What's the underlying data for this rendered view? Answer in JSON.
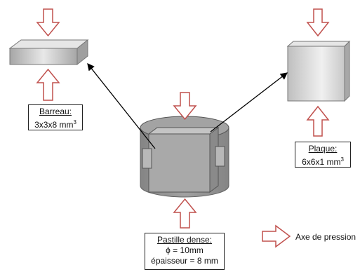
{
  "barreau": {
    "title": "Barreau:",
    "dims": "3x3x8 mm",
    "exp": "3"
  },
  "plaque": {
    "title": "Plaque:",
    "dims": "6x6x1 mm",
    "exp": "3"
  },
  "pastille": {
    "title": "Pastille dense:",
    "line1": "ϕ = 10mm",
    "line2": "épaisseur = 8 mm"
  },
  "legend": {
    "label": "Axe de pression"
  },
  "colors": {
    "arrow_stroke": "#c0504d",
    "arrow_fill": "#ffffff",
    "cyl_fill": "#8c8c8c",
    "box_fill": "#d9d9d9"
  }
}
